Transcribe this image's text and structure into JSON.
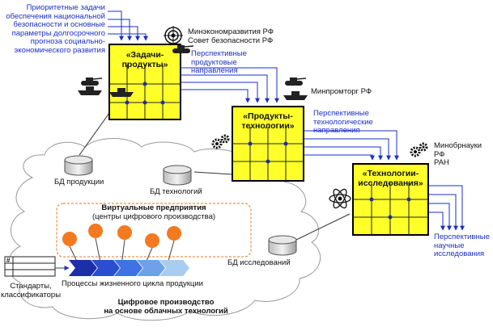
{
  "top_left_text": "Приоритетные задачи\nобеспечения национальной\nбезопасности и основные\nпараметры долгосрочного\nпрогноза социально-\nэкономического развития",
  "org1": "Минэкономразвития РФ\nСовет безопасности РФ",
  "org2": "Минпромторг РФ",
  "org3": "Минобрнауки РФ\nРАН",
  "matrix1": "«Задачи-\nпродукты»",
  "matrix2": "«Продукты-\nтехнологии»",
  "matrix3": "«Технологии-\nисследования»",
  "arrow_text1": "Перспективные\nпродуктовые\nнаправления",
  "arrow_text2": "Перспективные\nтехнологические\nнаправления",
  "arrow_text3": "Перспективные\nнаучные\nисследования",
  "db1": "БД продукции",
  "db2": "БД технологий",
  "db3": "БД исследований",
  "virtual_title": "Виртуальные предприятия",
  "virtual_sub": "(центры цифрового производства)",
  "lifecycle": "Процессы жизненного цикла продукции",
  "standards": "Стандарты,\nклассификаторы",
  "table_mark": "#",
  "cloud_label": "Цифровое производство\nна основе облачных технологий",
  "colors": {
    "matrix_fill": "#ffff2a",
    "arrow_blue": "#1a2fc8",
    "orange": "#f47a1f",
    "chevron_dark": "#1b2fa8",
    "chevron_light": "#a8cdf0"
  }
}
